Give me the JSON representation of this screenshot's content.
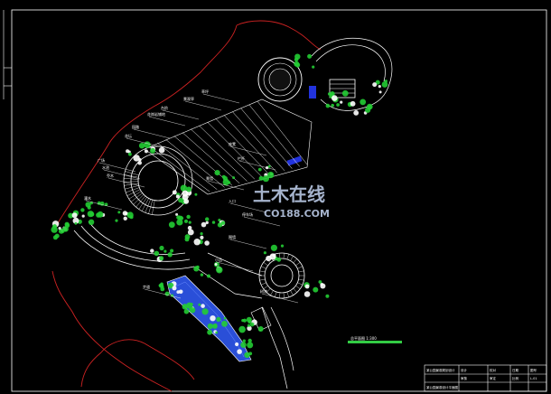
{
  "drawing": {
    "scale_title": "总平面图 1:300",
    "watermark_main": "土木在线",
    "watermark_sub": "CO188.COM",
    "note_top": "某公园景观设计平面图",
    "annotations": [
      "花岗岩铺地",
      "台阶",
      "景观亭",
      "草坪",
      "花坛",
      "园路",
      "广场",
      "水池",
      "乔木",
      "灌木",
      "座凳",
      "栏杆",
      "景墙",
      "入口",
      "停车场",
      "围墙",
      "小品",
      "树池",
      "步道"
    ]
  },
  "title_block": {
    "drawing_name": "某公园景观规划设计",
    "design_label": "设计",
    "check_label": "校对",
    "review_label": "审核",
    "approve_label": "审定",
    "date_label": "日期",
    "sheet_label": "图号",
    "scale_label": "比例",
    "sheet_no": "L-01"
  },
  "colors": {
    "background": "#000000",
    "linework": "#ffffff",
    "boundary": "#cc2222",
    "vegetation": "#22cc33",
    "water": "#2244dd",
    "accent": "#4466ff",
    "scale_bar": "#33cc44"
  }
}
